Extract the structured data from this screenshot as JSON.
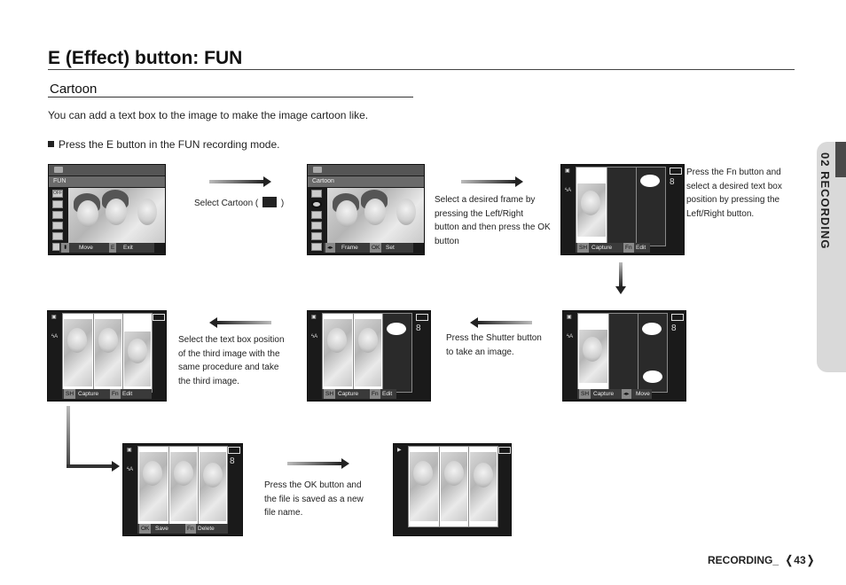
{
  "page": {
    "title": "E (Effect) button: FUN",
    "section": "Cartoon",
    "intro": "You can add a text box to the image to make the image cartoon like.",
    "step": "Press the E button in the FUN recording mode.",
    "side_tab": "02 RECORDING",
    "footer": "RECORDING_",
    "page_number": "43"
  },
  "screens": {
    "s1": {
      "mode": "FUN",
      "bottom": [
        "Move",
        "E",
        "Exit"
      ],
      "menu_item": "OFF"
    },
    "s2": {
      "mode": "Cartoon",
      "bottom": [
        "Frame",
        "OK",
        "Set"
      ]
    },
    "s3": {
      "bottom": [
        "SH",
        "Capture",
        "Fn",
        "Edit"
      ]
    },
    "s4": {
      "bottom": [
        "SH",
        "Capture",
        "Fn",
        "Edit"
      ]
    },
    "s5": {
      "bottom": [
        "SH",
        "Capture",
        "Fn",
        "Edit"
      ]
    },
    "s6": {
      "bottom": [
        "SH",
        "Capture",
        "Move"
      ]
    },
    "s7": {
      "bottom": [
        "OK",
        "Save",
        "Fn",
        "Delete"
      ]
    },
    "s8": {
      "bottom": []
    }
  },
  "notes": {
    "select_cartoon_pre": "Select Cartoon (",
    "select_cartoon_post": ")",
    "select_frame": [
      "Select a desired frame by",
      "pressing the Left/Right",
      "button and then press the OK",
      "button"
    ],
    "fn_button": [
      "Press the Fn button and",
      "select a desired text box",
      "position by pressing the",
      "Left/Right button."
    ],
    "third_image": [
      "Select the text box position",
      "of the third image with the",
      "same procedure and take",
      "the third image."
    ],
    "shutter": [
      "Press the Shutter button",
      "to take an image."
    ],
    "ok_save": [
      "Press the OK button and",
      "the file is saved as a new",
      "file name."
    ]
  }
}
